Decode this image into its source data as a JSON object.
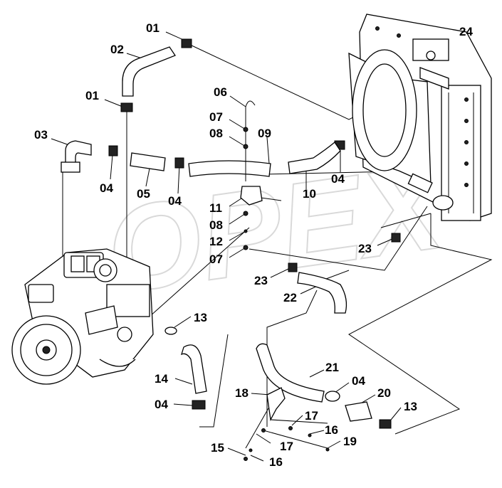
{
  "watermark": "OPEX",
  "labels": [
    {
      "id": "01a",
      "text": "01"
    },
    {
      "id": "02",
      "text": "02"
    },
    {
      "id": "01b",
      "text": "01"
    },
    {
      "id": "03",
      "text": "03"
    },
    {
      "id": "04a",
      "text": "04"
    },
    {
      "id": "05",
      "text": "05"
    },
    {
      "id": "04b",
      "text": "04"
    },
    {
      "id": "06",
      "text": "06"
    },
    {
      "id": "07a",
      "text": "07"
    },
    {
      "id": "08a",
      "text": "08"
    },
    {
      "id": "09",
      "text": "09"
    },
    {
      "id": "10",
      "text": "10"
    },
    {
      "id": "04c",
      "text": "04"
    },
    {
      "id": "11",
      "text": "11"
    },
    {
      "id": "08b",
      "text": "08"
    },
    {
      "id": "12",
      "text": "12"
    },
    {
      "id": "07b",
      "text": "07"
    },
    {
      "id": "24",
      "text": "24"
    },
    {
      "id": "23a",
      "text": "23"
    },
    {
      "id": "23b",
      "text": "23"
    },
    {
      "id": "22",
      "text": "22"
    },
    {
      "id": "13a",
      "text": "13"
    },
    {
      "id": "14",
      "text": "14"
    },
    {
      "id": "04d",
      "text": "04"
    },
    {
      "id": "21",
      "text": "21"
    },
    {
      "id": "04e",
      "text": "04"
    },
    {
      "id": "18",
      "text": "18"
    },
    {
      "id": "20",
      "text": "20"
    },
    {
      "id": "13b",
      "text": "13"
    },
    {
      "id": "17a",
      "text": "17"
    },
    {
      "id": "16a",
      "text": "16"
    },
    {
      "id": "19",
      "text": "19"
    },
    {
      "id": "15",
      "text": "15"
    },
    {
      "id": "17b",
      "text": "17"
    },
    {
      "id": "16b",
      "text": "16"
    }
  ]
}
